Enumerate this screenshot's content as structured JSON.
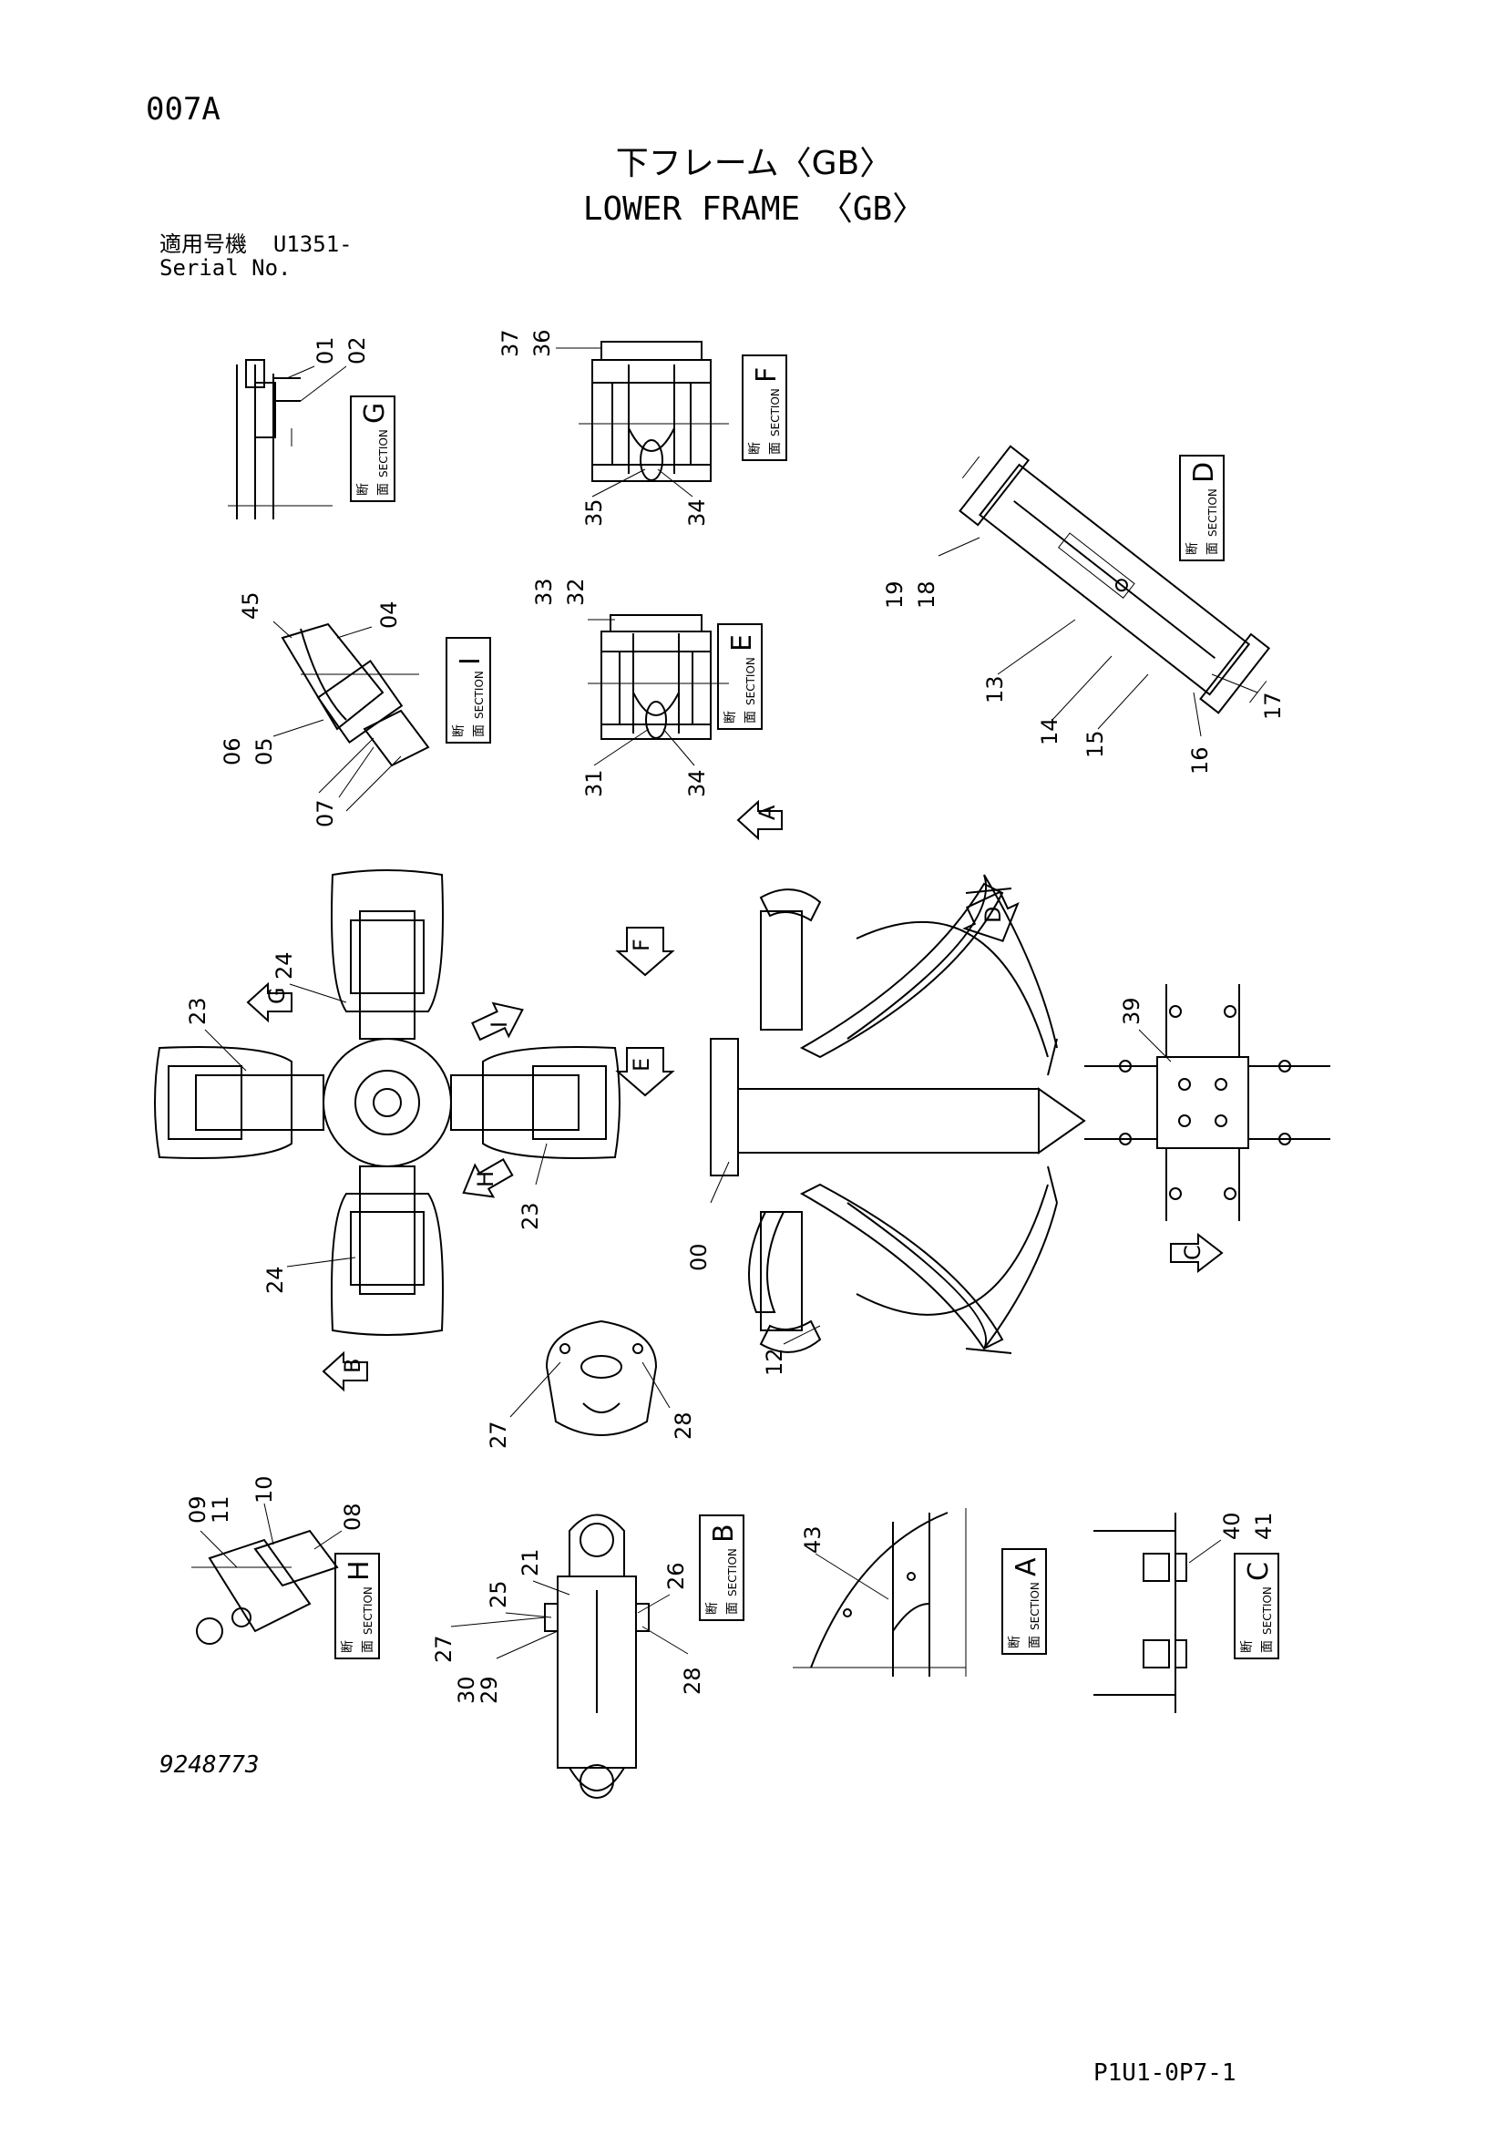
{
  "header": {
    "page_id": "007A",
    "title_jp": "下フレーム〈GB〉",
    "title_en": "LOWER FRAME 〈GB〉",
    "serial_label_jp": "適用号機",
    "serial_value": "U1351-",
    "serial_label_en": "Serial No."
  },
  "footer": {
    "drawing_number": "9248773",
    "sheet_code": "P1U1-0P7-1"
  },
  "section": {
    "word": "SECTION",
    "jp_1": "断",
    "jp_2": "面",
    "letters": [
      "G",
      "F",
      "D",
      "I",
      "E",
      "H",
      "B",
      "A",
      "C"
    ]
  },
  "view_arrows": [
    "A",
    "F",
    "D",
    "G",
    "I",
    "E",
    "H",
    "C",
    "B"
  ],
  "part_labels": [
    "01",
    "02",
    "37",
    "36",
    "35",
    "34",
    "45",
    "04",
    "06",
    "05",
    "07",
    "33",
    "32",
    "31",
    "34",
    "19",
    "18",
    "13",
    "14",
    "15",
    "16",
    "17",
    "24",
    "23",
    "23",
    "24",
    "00",
    "12",
    "39",
    "27",
    "28",
    "09",
    "11",
    "10",
    "08",
    "21",
    "25",
    "27",
    "30",
    "29",
    "26",
    "28",
    "43",
    "40",
    "41"
  ]
}
